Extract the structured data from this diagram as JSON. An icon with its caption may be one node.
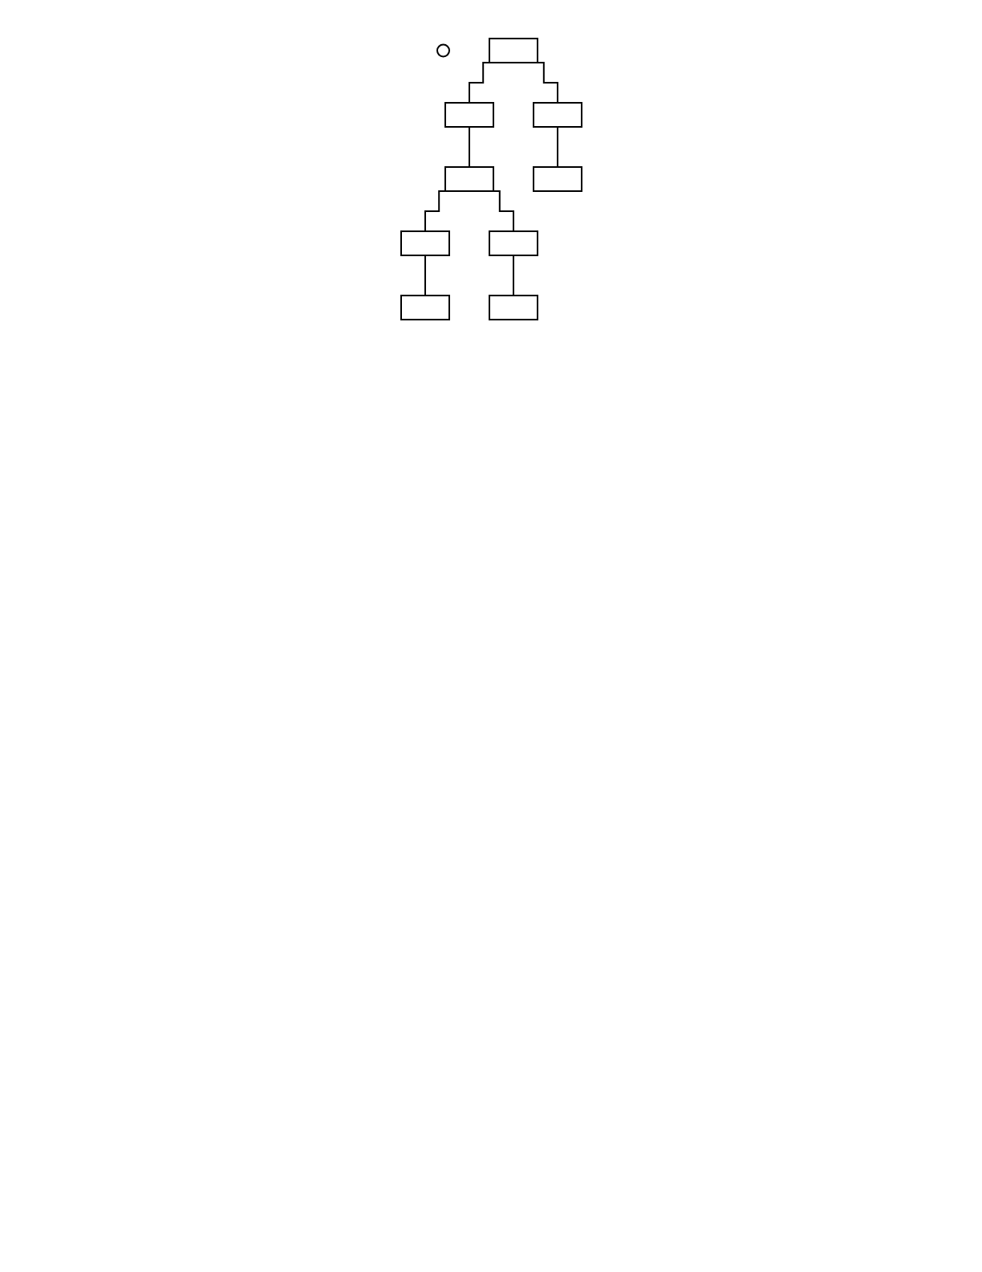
{
  "diagram": {
    "nodes": [
      {
        "text": [],
        "shape": "circle"
      },
      {
        "text": [],
        "shape": "box"
      },
      {
        "text": [],
        "shape": "box"
      },
      {
        "text": [],
        "shape": "box"
      },
      {
        "text": [],
        "shape": "box"
      },
      {
        "text": [],
        "shape": "box"
      },
      {
        "text": [],
        "shape": "box"
      },
      {
        "text": [],
        "shape": "box"
      },
      {
        "text": [],
        "shape": "box"
      },
      {
        "text": [],
        "shape": "box"
      }
    ],
    "edges": [
      {
        "from": 1,
        "to": 2,
        "arrow": "none"
      },
      {
        "from": 1,
        "to": 3,
        "arrow": "none"
      },
      {
        "from": 2,
        "to": 4,
        "arrow": "none"
      },
      {
        "from": 3,
        "to": 5,
        "arrow": "none"
      },
      {
        "from": 4,
        "to": 6,
        "arrow": "none"
      },
      {
        "from": 4,
        "to": 7,
        "arrow": "none"
      },
      {
        "from": 6,
        "to": 8,
        "arrow": "none"
      },
      {
        "from": 7,
        "to": 9,
        "arrow": "none"
      }
    ]
  }
}
